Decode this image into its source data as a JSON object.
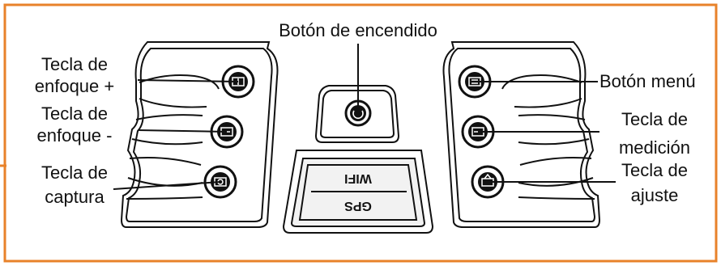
{
  "labels": {
    "power": "Botón de encendido",
    "focus_plus_1": "Tecla de",
    "focus_plus_2": "enfoque +",
    "focus_minus_1": "Tecla de",
    "focus_minus_2": "enfoque -",
    "capture_1": "Tecla de",
    "capture_2": "captura",
    "menu": "Botón menú",
    "measure_1": "Tecla de",
    "measure_2": "medición",
    "adjust_1": "Tecla de",
    "adjust_2": "ajuste"
  },
  "device_text": {
    "wifi": "WIFI",
    "gps": "GPS"
  },
  "colors": {
    "border": "#E8822A",
    "stroke": "#111111",
    "panel_fill": "#ffffff",
    "cover_fill": "#f2f2f2"
  },
  "icons": [
    "power-icon",
    "focus-plus-icon",
    "focus-minus-icon",
    "capture-icon",
    "menu-icon",
    "measure-icon",
    "adjust-icon"
  ]
}
